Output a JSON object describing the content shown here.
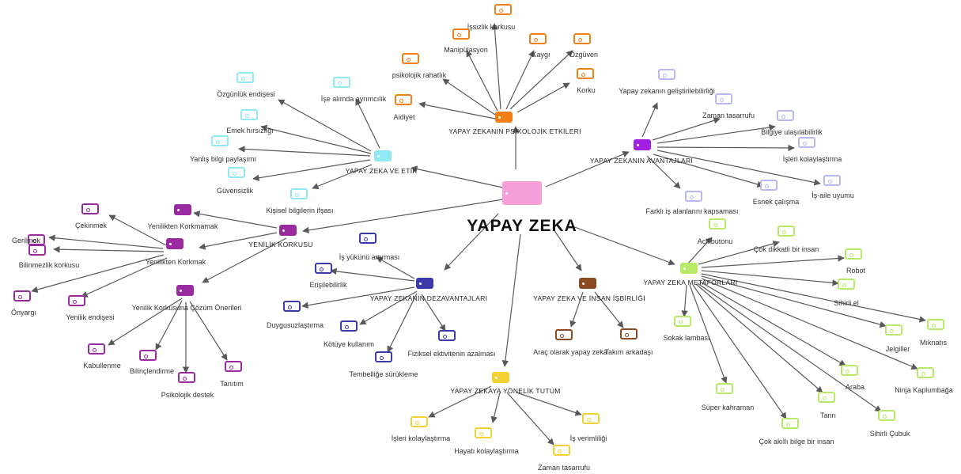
{
  "root": {
    "label": "YAPAY ZEKA",
    "color": "#f59ed8"
  },
  "branches": [
    {
      "key": "psikolojik",
      "label": "YAPAY ZEKANIN PSİKOLOJİK ETKİLERİ",
      "color": "#f07f16",
      "children": [
        "İşsizlik korkusu",
        "Manipülasyon",
        "Kaygı",
        "Özgüven",
        "psikolojik rahatlık",
        "Korku",
        "Aidiyet"
      ]
    },
    {
      "key": "avantaj",
      "label": "YAPAY ZEKANIN AVANTAJLARI",
      "color": "#a21ee0",
      "child_color": "#b9b7f3",
      "children": [
        "Yapay zekanın geliştirilebilirliği",
        "Zaman tasarrufu",
        "Bilgiye ulaşılabilirlik",
        "İşleri kolaylaştırma",
        "İş-aile uyumu",
        "Esnek çalışma",
        "Farklı iş alanlarını kapsaması"
      ]
    },
    {
      "key": "etik",
      "label": "YAPAY ZEKA VE ETİK",
      "color": "#8fe8f2",
      "children": [
        "Özgünlük endişesi",
        "İşe alımda ayrımcılık",
        "Emek hırsızlığı",
        "Yanlış bilgi paylaşımı",
        "Güvensizlik",
        "Kişisel bilgilerin ifşası"
      ]
    },
    {
      "key": "yenilik",
      "label": "YENİLİK KORKUSU",
      "color": "#9a2aa0",
      "children": [
        "Yenilikten Korkmamak",
        "Yenilikten Korkmak",
        "Yenilik Korkusuna Çözüm Önerileri"
      ],
      "korkmak_children": [
        "Çekinmek",
        "Gerilmek",
        "Bilinmezlik korkusu",
        "Önyargı",
        "Yenilik endişesi"
      ],
      "cozum_children": [
        "Kabullenme",
        "Bilinçlendirme",
        "Psikolojik destek",
        "Tanıtım"
      ]
    },
    {
      "key": "dezavantaj",
      "label": "YAPAY ZEKANIN DEZAVANTAJLARI",
      "color": "#3c3aa8",
      "children": [
        "İş yükünü artırması",
        "Erişilebilirlik",
        "Duygusuzlaştırma",
        "Kötüye kullanım",
        "Tembelliğe sürükleme",
        "Fiziksel ektivitenin azalması"
      ]
    },
    {
      "key": "isbirligi",
      "label": "YAPAY ZEKA VE İNSAN İŞBİRLİĞİ",
      "color": "#8a4a22",
      "children": [
        "Araç olarak yapay zeka",
        "Takım arkadaşı"
      ]
    },
    {
      "key": "tutum",
      "label": "YAPAY ZEKAYA YÖNELİK TUTUM",
      "color": "#f2d135",
      "children": [
        "İşleri kolaylaştırma",
        "Hayatı kolaylaştırma",
        "Zaman tasarrufu",
        "İş verimliliği"
      ]
    },
    {
      "key": "metafor",
      "label": "YAPAY ZEKA METAFORLARI",
      "color": "#b8ea6a",
      "children": [
        "Acil butonu",
        "Çok dikkatli bir insan",
        "Robot",
        "Sihirli el",
        "Mıknatıs",
        "Jelgiller",
        "Ninja Kaplumbağa",
        "Araba",
        "Sihirli Çubuk",
        "Tanrı",
        "Çok akıllı bilge bir insan",
        "Süper kahraman",
        "Sokak lambası"
      ]
    }
  ]
}
